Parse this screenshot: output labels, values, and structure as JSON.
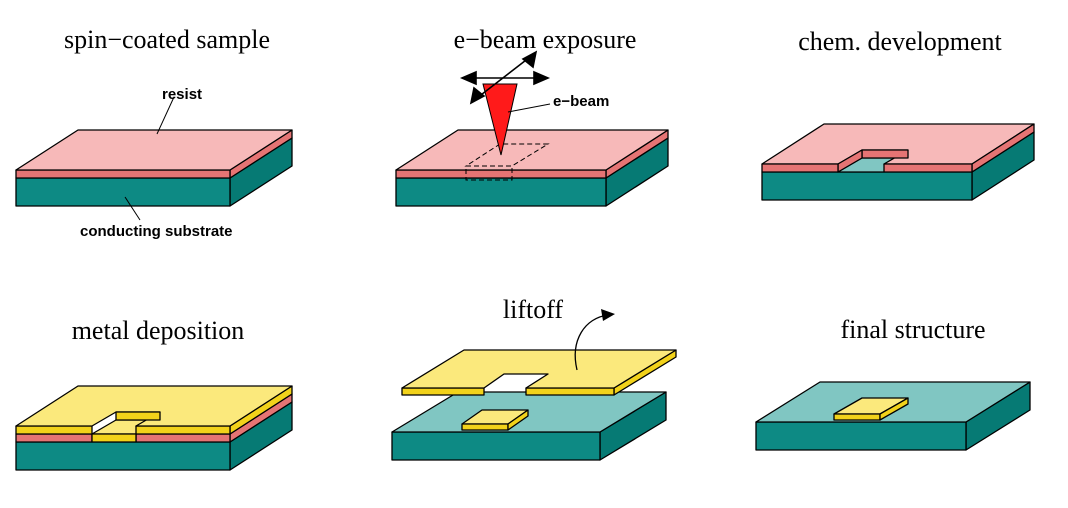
{
  "steps": [
    {
      "title": "spin−coated sample"
    },
    {
      "title": "e−beam exposure"
    },
    {
      "title": "chem. development"
    },
    {
      "title": "metal deposition"
    },
    {
      "title": "liftoff"
    },
    {
      "title": "final structure"
    }
  ],
  "callouts": {
    "resist": "resist",
    "substrate": "conducting substrate",
    "ebeam": "e−beam"
  },
  "colors": {
    "substrate_front": "#0d8a84",
    "substrate_side": "#067a74",
    "substrate_top": "#80c6c2",
    "resist_top": "#f7b9b9",
    "resist_side": "#e57474",
    "metal_top": "#fbe97c",
    "metal_side": "#f2d21a",
    "beam": "#ff1a1a"
  }
}
